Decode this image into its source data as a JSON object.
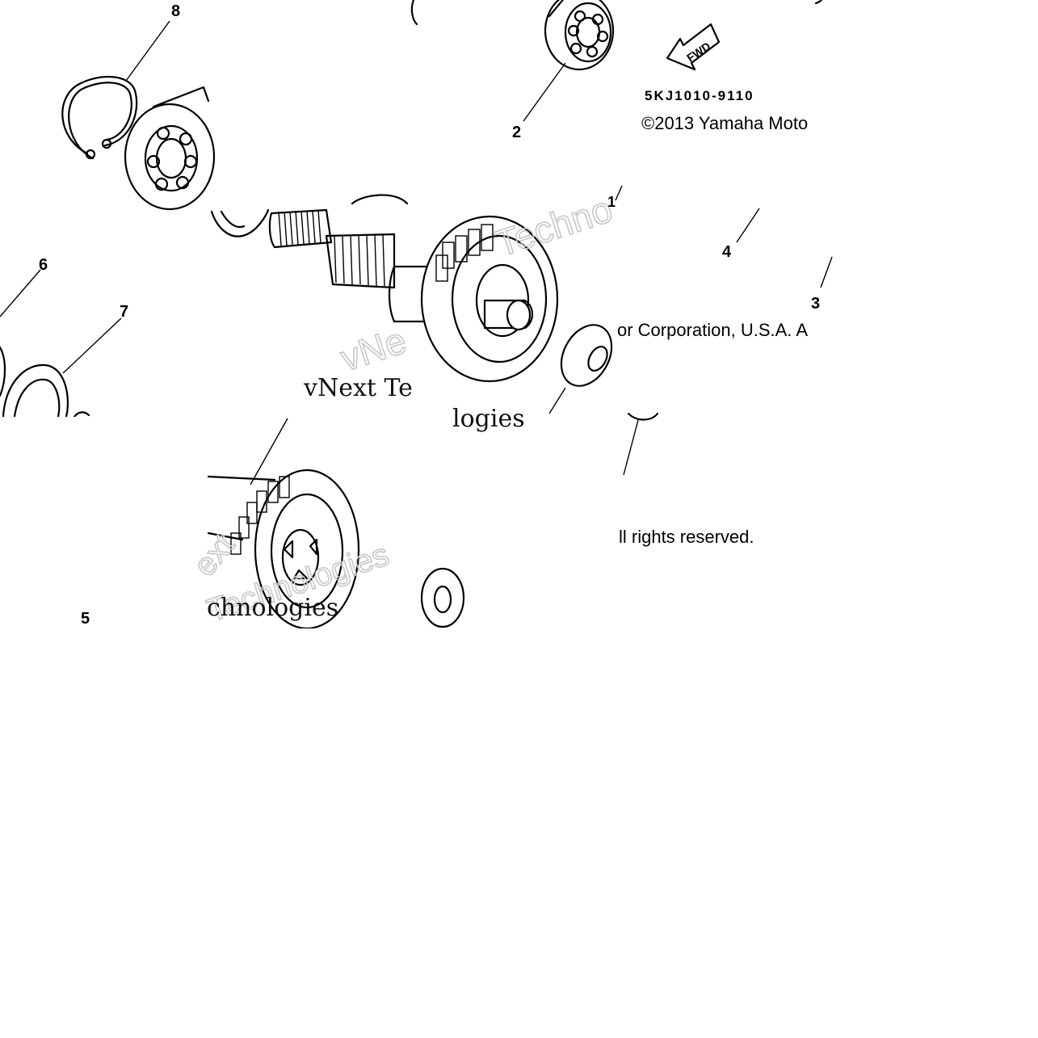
{
  "diagram": {
    "callouts": {
      "c1": "1",
      "c2": "2",
      "c3": "3",
      "c4": "4",
      "c5": "5",
      "c6": "6",
      "c7": "7",
      "c8": "8"
    },
    "fwd_label": "FWD",
    "part_code": "5KJ1010-9110",
    "copyright_line1": "©2013 Yamaha Moto",
    "copyright_line2": "or Corporation, U.S.A. A",
    "copyright_line3": "ll rights reserved.",
    "watermark": {
      "serif_text": "vNext Te",
      "serif_tail": "logies",
      "outline_1": "Techno",
      "outline_2": "vNe",
      "outline_3": "Technologies",
      "outline_4": "ext",
      "outline_5": "chnologies"
    }
  }
}
